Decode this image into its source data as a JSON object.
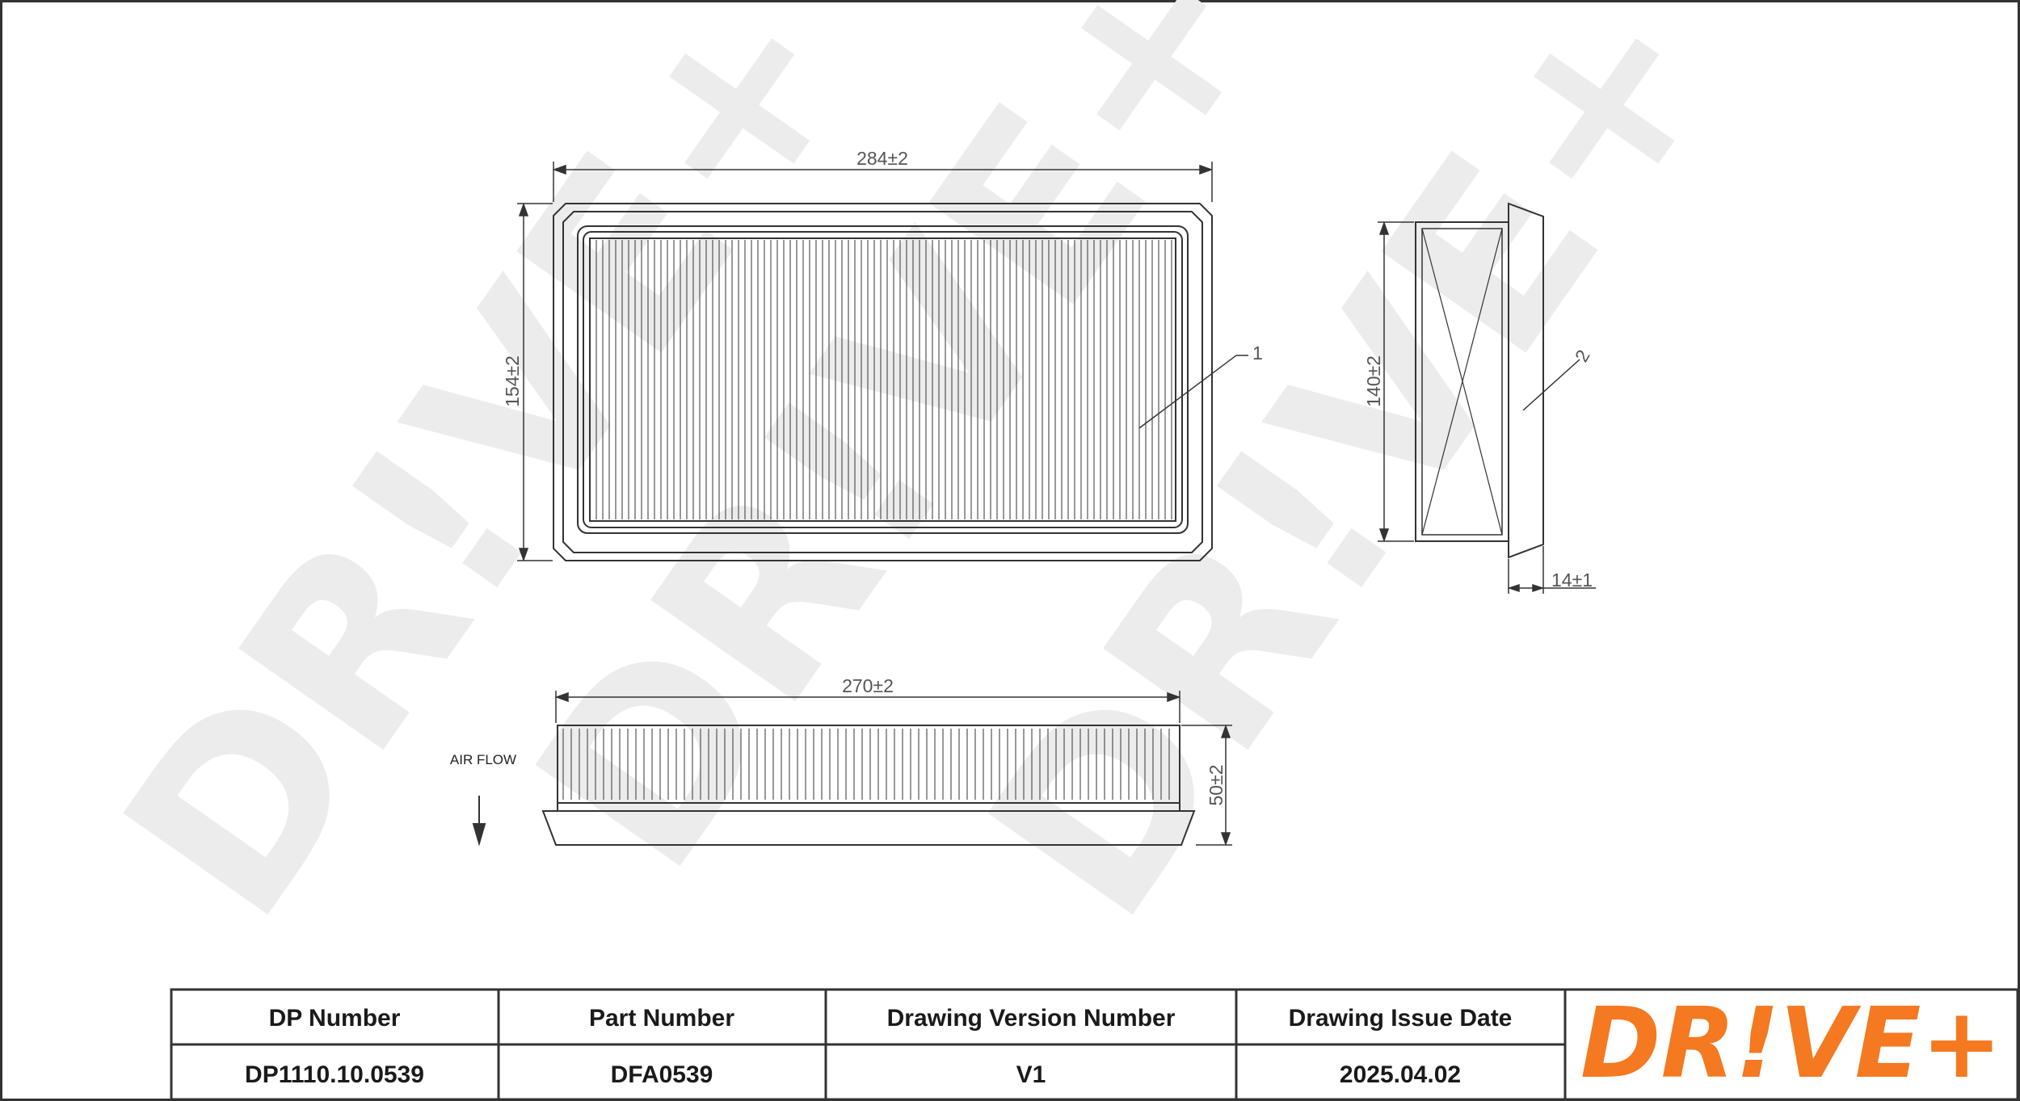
{
  "drawing": {
    "dimensions": {
      "top_width": "284±2",
      "top_height": "154±2",
      "side_height": "140±2",
      "side_thickness": "14±1",
      "front_width": "270±2",
      "front_height": "50±2"
    },
    "callouts": {
      "item1": "1",
      "item2": "2"
    },
    "air_flow_label": "AIR FLOW",
    "watermark_text": "DR!VE+"
  },
  "title_block": {
    "headers": [
      "DP Number",
      "Part Number",
      "Drawing Version Number",
      "Drawing Issue Date"
    ],
    "values": [
      "DP1110.10.0539",
      "DFA0539",
      "V1",
      "2025.04.02"
    ],
    "logo": {
      "text": "DR!VE+",
      "color": "#f47920"
    }
  }
}
